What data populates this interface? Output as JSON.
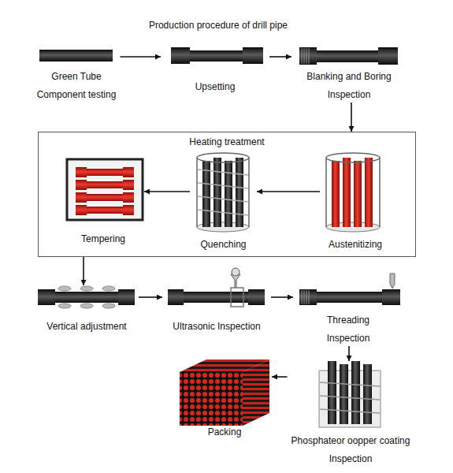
{
  "diagram": {
    "title": "Production procedure of drill pipe",
    "nodes": [
      {
        "text": [
          "Green Tube",
          "Component testing"
        ]
      },
      {
        "text": [
          "Upsetting"
        ]
      },
      {
        "text": [
          "Blanking and Boring",
          "Inspection"
        ]
      },
      {
        "text": [
          "Heating treatment"
        ]
      },
      {
        "text": [
          "Tempering"
        ],
        "in": 3
      },
      {
        "text": [
          "Quenching"
        ],
        "in": 3
      },
      {
        "text": [
          "Austenitizing"
        ],
        "in": 3
      },
      {
        "text": [
          "Vertical adjustment"
        ]
      },
      {
        "text": [
          "Ultrasonic Inspection"
        ]
      },
      {
        "text": [
          "Threading",
          "Inspection"
        ]
      },
      {
        "text": [
          "Packing"
        ]
      },
      {
        "text": [
          "Phosphateor oopper coating",
          "Inspection"
        ]
      }
    ],
    "edges": [
      {
        "from": 0,
        "to": 1,
        "arrow": "to"
      },
      {
        "from": 1,
        "to": 2,
        "arrow": "to"
      },
      {
        "from": 2,
        "to": 3,
        "arrow": "to"
      },
      {
        "from": 6,
        "to": 5,
        "arrow": "to"
      },
      {
        "from": 5,
        "to": 4,
        "arrow": "to"
      },
      {
        "from": 3,
        "to": 7,
        "arrow": "to"
      },
      {
        "from": 7,
        "to": 8,
        "arrow": "to"
      },
      {
        "from": 8,
        "to": 9,
        "arrow": "to"
      },
      {
        "from": 9,
        "to": 11,
        "arrow": "to"
      },
      {
        "from": 11,
        "to": 10,
        "arrow": "to"
      }
    ]
  }
}
